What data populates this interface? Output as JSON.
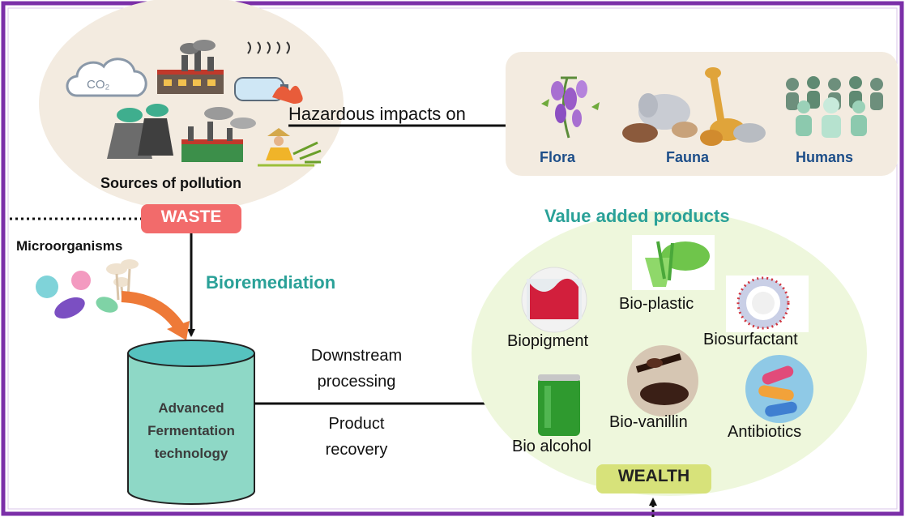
{
  "sources": {
    "label": "Sources of pollution",
    "co2_text": "CO₂"
  },
  "impacts": {
    "arrow_label": "Hazardous impacts on",
    "flora": "Flora",
    "fauna": "Fauna",
    "humans": "Humans",
    "label_color": "#1d4e89"
  },
  "waste": {
    "label": "WASTE",
    "color": "#f26b6b"
  },
  "microorganisms": {
    "label": "Microorganisms"
  },
  "bioremediation": {
    "label": "Bioremediation",
    "color": "#2aa198"
  },
  "fermenter": {
    "line1": "Advanced",
    "line2": "Fermentation",
    "line3": "technology",
    "color": "#8ed8c6"
  },
  "downstream": {
    "line1": "Downstream",
    "line2": "processing",
    "line3": "Product",
    "line4": "recovery"
  },
  "value_added": {
    "title": "Value added products",
    "title_color": "#2aa198",
    "products": [
      "Biopigment",
      "Bio-plastic",
      "Biosurfactant",
      "Bio alcohol",
      "Bio-vanillin",
      "Antibiotics"
    ]
  },
  "wealth": {
    "label": "WEALTH",
    "color": "#d7e27a"
  },
  "frame_color": "#7b2fa8"
}
